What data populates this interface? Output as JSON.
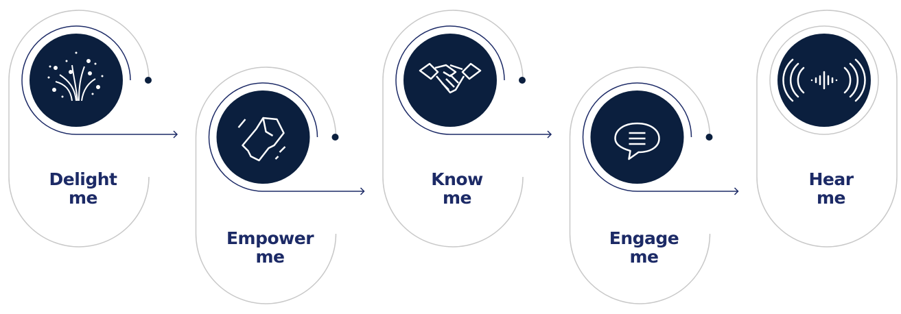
{
  "colors": {
    "navy": "#0b1f3e",
    "accent": "#1c2a66",
    "outline": "#c8c8c8"
  },
  "steps": [
    {
      "line1": "Delight",
      "line2": "me",
      "icon": "fireworks-icon"
    },
    {
      "line1": "Empower",
      "line2": "me",
      "icon": "raised-fist-icon"
    },
    {
      "line1": "Know",
      "line2": "me",
      "icon": "handshake-icon"
    },
    {
      "line1": "Engage",
      "line2": "me",
      "icon": "speech-bubble-icon"
    },
    {
      "line1": "Hear",
      "line2": "me",
      "icon": "sound-wave-icon"
    }
  ]
}
